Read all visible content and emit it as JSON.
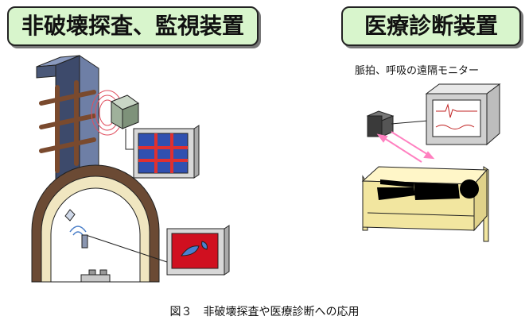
{
  "titles": {
    "left": "非破壊探査、監視装置",
    "right": "医療診断装置"
  },
  "monitor_caption": "脈拍、呼吸の遠隔モニター",
  "figure_caption": "図３　非破壊探査や医療診断への応用",
  "colors": {
    "title_bg": "#d8f5cc",
    "pillar": "#5b6b90",
    "rebar": "#8b5a3c",
    "grid_screen": "#3050b0",
    "grid_lines": "#e03030",
    "tunnel_screen": "#d01020",
    "bed_frame": "#f2e6a0"
  }
}
